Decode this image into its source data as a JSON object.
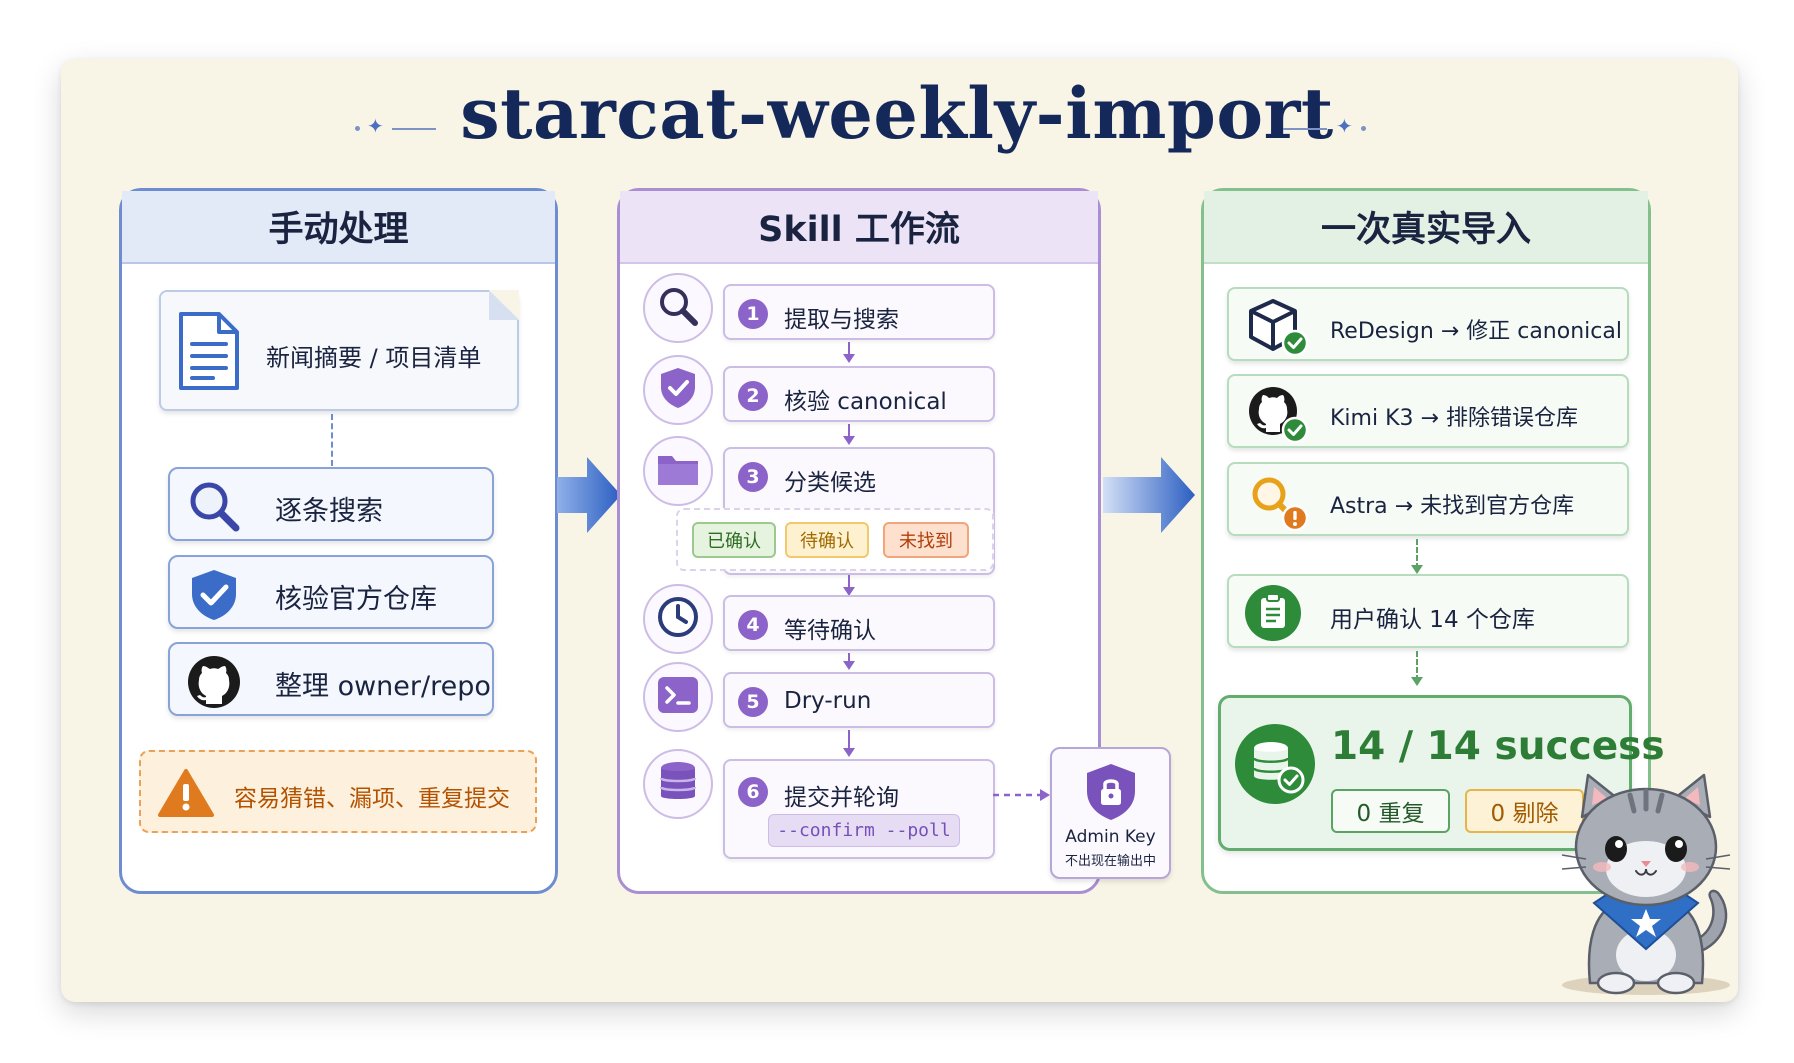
{
  "title": "starcat-weekly-import",
  "colors": {
    "blue": "#3a6cc8",
    "purple": "#8b63c9",
    "green": "#2e7d36",
    "orange": "#e07a1f"
  },
  "manual": {
    "header": "手动处理",
    "doc_label": "新闻摘要 / 项目清单",
    "items": [
      {
        "label": "逐条搜索",
        "icon": "search-icon"
      },
      {
        "label": "核验官方仓库",
        "icon": "shield-check-icon"
      },
      {
        "label": "整理 owner/repo",
        "icon": "github-icon"
      }
    ],
    "warning": "容易猜错、漏项、重复提交"
  },
  "skill": {
    "header": "Skill 工作流",
    "steps": [
      {
        "num": "1",
        "label": "提取与搜索",
        "icon": "search-icon"
      },
      {
        "num": "2",
        "label": "核验 canonical",
        "icon": "shield-check-icon"
      },
      {
        "num": "3",
        "label": "分类候选",
        "icon": "folder-icon"
      },
      {
        "num": "4",
        "label": "等待确认",
        "icon": "clock-icon"
      },
      {
        "num": "5",
        "label": "Dry-run",
        "icon": "terminal-icon"
      },
      {
        "num": "6",
        "label": "提交并轮询",
        "icon": "database-icon"
      }
    ],
    "tags": [
      "已确认",
      "待确认",
      "未找到"
    ],
    "command": "--confirm  --poll",
    "admin_key": {
      "label": "Admin Key",
      "note": "不出现在输出中"
    }
  },
  "result": {
    "header": "一次真实导入",
    "rows": [
      {
        "name": "ReDesign",
        "arrow": "→",
        "text": "修正 canonical",
        "icon": "cube-icon"
      },
      {
        "name": "Kimi K3",
        "arrow": "→",
        "text": "排除错误仓库",
        "icon": "github-icon"
      },
      {
        "name": "Astra",
        "arrow": "→",
        "text": "未找到官方仓库",
        "icon": "search-warning-icon"
      }
    ],
    "confirm": "用户确认 14 个仓库",
    "success": "14 / 14 success",
    "duplicates": "0 重复",
    "removed": "0 剔除"
  }
}
